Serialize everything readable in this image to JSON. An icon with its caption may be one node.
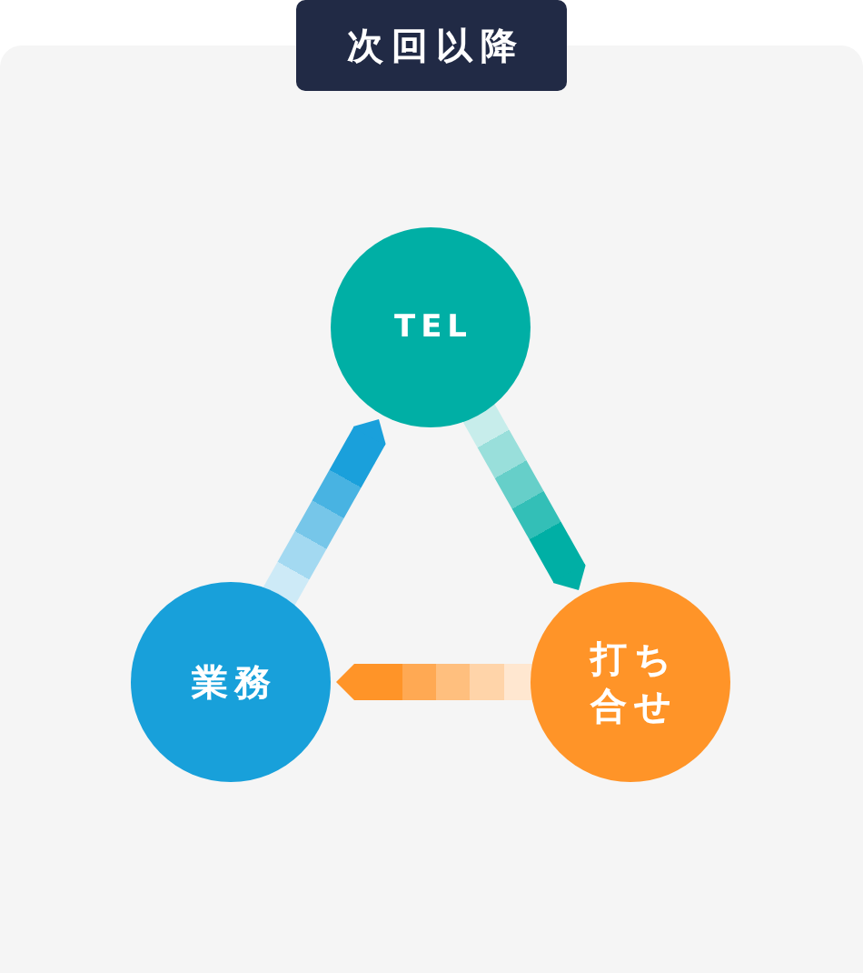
{
  "diagram": {
    "title": "次回以降",
    "nodes": [
      {
        "text": [
          "TEL"
        ]
      },
      {
        "text": [
          "業務"
        ]
      },
      {
        "text": [
          "打ち合せ"
        ]
      }
    ],
    "edges": [
      {
        "from": 0,
        "to": 2,
        "arrow": "to",
        "color": "#00afa5"
      },
      {
        "from": 2,
        "to": 1,
        "arrow": "to",
        "color": "#ff9428"
      },
      {
        "from": 1,
        "to": 0,
        "arrow": "to",
        "color": "#1aa0db"
      }
    ]
  }
}
